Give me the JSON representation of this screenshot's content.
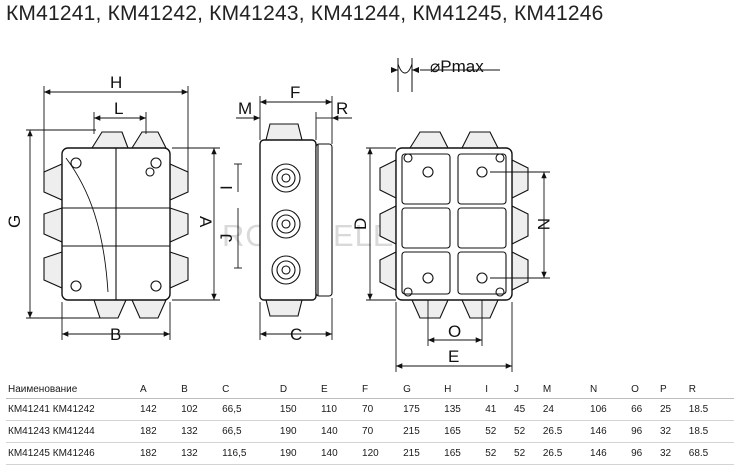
{
  "title": "КМ41241, КМ41242, КМ41243, КМ41244, КМ41245, КМ41246",
  "watermark": {
    "left": "RO",
    "right": "ELECTRIC"
  },
  "labels": {
    "H": "H",
    "L": "L",
    "G": "G",
    "A": "A",
    "B": "B",
    "F": "F",
    "M": "M",
    "R": "R",
    "I": "I",
    "J": "J",
    "C": "C",
    "D": "D",
    "N": "N",
    "O": "O",
    "E": "E",
    "pmax": "⌀Pmax"
  },
  "table": {
    "headers": [
      "Наименование",
      "A",
      "B",
      "C",
      "D",
      "E",
      "F",
      "G",
      "H",
      "I",
      "J",
      "M",
      "N",
      "O",
      "P",
      "R"
    ],
    "rows": [
      [
        "КМ41241 КМ41242",
        "142",
        "102",
        "66,5",
        "150",
        "110",
        "70",
        "175",
        "135",
        "41",
        "45",
        "24",
        "106",
        "66",
        "25",
        "18.5"
      ],
      [
        "КМ41243 КМ41244",
        "182",
        "132",
        "66,5",
        "190",
        "140",
        "70",
        "215",
        "165",
        "52",
        "52",
        "26.5",
        "146",
        "96",
        "32",
        "18.5"
      ],
      [
        "КМ41245 КМ41246",
        "182",
        "132",
        "116,5",
        "190",
        "140",
        "120",
        "215",
        "165",
        "52",
        "52",
        "26.5",
        "146",
        "96",
        "32",
        "68.5"
      ]
    ]
  }
}
